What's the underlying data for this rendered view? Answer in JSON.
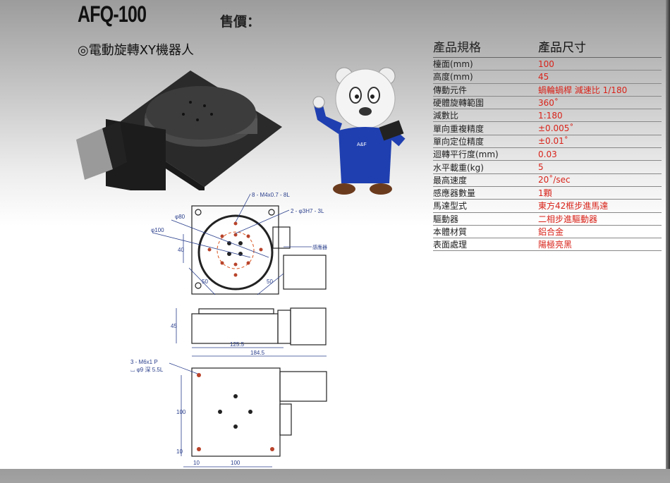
{
  "header": {
    "model": "AFQ-100",
    "price_label": "售價：",
    "subtitle": "◎電動旋轉XY機器人"
  },
  "spec_table": {
    "headers": [
      "產品規格",
      "產品尺寸"
    ],
    "rows": [
      [
        "檯面(mm)",
        "100"
      ],
      [
        "高度(mm)",
        "45"
      ],
      [
        "傳動元件",
        "蝸輪蝸桿 減速比 1/180"
      ],
      [
        "硬體旋轉範圍",
        "360˚"
      ],
      [
        "減數比",
        "1:180"
      ],
      [
        "單向重複精度",
        "±0.005˚"
      ],
      [
        "單向定位精度",
        "±0.01˚"
      ],
      [
        "迴轉平行度(mm)",
        "0.03"
      ],
      [
        "水平載重(kg)",
        "5"
      ],
      [
        "最高速度",
        "20˚/sec"
      ],
      [
        "感應器數量",
        "1顆"
      ],
      [
        "馬達型式",
        "東方42框步進馬達"
      ],
      [
        "驅動器",
        "二相步進驅動器"
      ],
      [
        "本體材質",
        "鋁合金"
      ],
      [
        "表面處理",
        "陽極亮黑"
      ]
    ]
  },
  "mascot": {
    "badge": "A&F"
  },
  "drawing": {
    "top": {
      "callout_holes": "8 - M4x0.7 - 8L",
      "callout_pins": "2 - φ3H7 - 3L",
      "dia_80": "φ80",
      "dia_100": "φ100",
      "dim_40": "40",
      "dim_50a": "50",
      "dim_50b": "50",
      "sensor": "感應器"
    },
    "side": {
      "height": "45",
      "len1": "125.5",
      "len2": "184.5"
    },
    "bottom": {
      "callout1": "3 - M6x1 P",
      "callout2": "⌴ φ9 深 5.5L",
      "dim_100v": "100",
      "dim_10v": "10",
      "dim_10h": "10",
      "dim_100h": "100"
    }
  },
  "colors": {
    "value_red": "#d8231a",
    "dim_blue": "#1e3a8a"
  }
}
